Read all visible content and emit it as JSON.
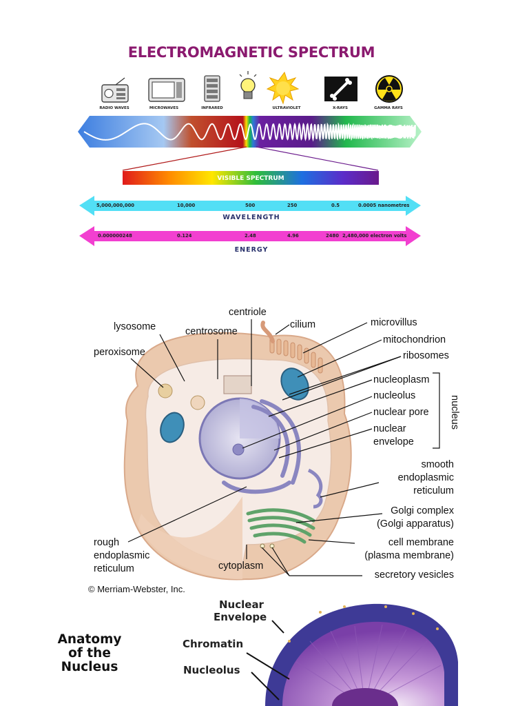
{
  "em_spectrum": {
    "title": "ELECTROMAGNETIC SPECTRUM",
    "sources": [
      {
        "label": "RADIO WAVES",
        "icon": "radio-icon"
      },
      {
        "label": "MICROWAVES",
        "icon": "microwave-oven-icon"
      },
      {
        "label": "INFRARED",
        "icon": "toaster-icon"
      },
      {
        "label": "",
        "icon": "light-bulb-icon"
      },
      {
        "label": "ULTRAVIOLET",
        "icon": "sun-icon"
      },
      {
        "label": "X-RAYS",
        "icon": "bone-xray-icon"
      },
      {
        "label": "GAMMA RAYS",
        "icon": "radiation-icon"
      }
    ],
    "visible_label": "VISIBLE SPECTRUM",
    "wavelength": {
      "values": [
        "5,000,000,000",
        "10,000",
        "500",
        "250",
        "0.5",
        "0.0005 nanometres"
      ],
      "title": "WAVELENGTH",
      "color": "#52dff5"
    },
    "energy": {
      "values": [
        "0.000000248",
        "0.124",
        "2.48",
        "4.96",
        "2480",
        "2,480,000 electron volts"
      ],
      "title": "ENERGY",
      "color": "#f23fd0"
    }
  },
  "cell_diagram": {
    "labels_left": {
      "lysosome": "lysosome",
      "peroxisome": "peroxisome",
      "centrosome": "centrosome",
      "centriole": "centriole",
      "cilium": "cilium",
      "rough_er_1": "rough",
      "rough_er_2": "endoplasmic",
      "rough_er_3": "reticulum",
      "cytoplasm": "cytoplasm"
    },
    "labels_right": {
      "microvillus": "microvillus",
      "mitochondrion": "mitochondrion",
      "ribosomes": "ribosomes",
      "nucleoplasm": "nucleoplasm",
      "nucleolus": "nucleolus",
      "nuclear_pore": "nuclear pore",
      "nuclear_envelope_1": "nuclear",
      "nuclear_envelope_2": "envelope",
      "smooth_er_1": "smooth",
      "smooth_er_2": "endoplasmic",
      "smooth_er_3": "reticulum",
      "golgi_1": "Golgi complex",
      "golgi_2": "(Golgi apparatus)",
      "membrane_1": "cell membrane",
      "membrane_2": "(plasma membrane)",
      "vesicles": "secretory vesicles"
    },
    "bracket_label": "nucleus",
    "credit": "© Merriam-Webster, Inc."
  },
  "nucleus_anatomy": {
    "title_lines": [
      "Anatomy",
      "of the",
      "Nucleus"
    ],
    "labels": {
      "envelope_1": "Nuclear",
      "envelope_2": "Envelope",
      "chromatin": "Chromatin",
      "nucleolus": "Nucleolus"
    }
  }
}
